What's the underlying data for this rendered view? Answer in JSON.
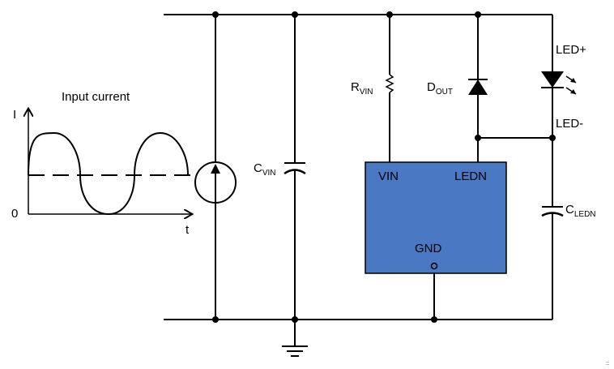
{
  "input_current_plot": {
    "title": "Input current",
    "y_axis_label": "I",
    "x_axis_label": "t",
    "origin_label": "0"
  },
  "components": {
    "r_vin": {
      "main": "R",
      "sub": "VIN"
    },
    "c_vin": {
      "main": "C",
      "sub": "VIN"
    },
    "d_out": {
      "main": "D",
      "sub": "OUT"
    },
    "c_ledn": {
      "main": "C",
      "sub": "LEDN"
    },
    "led_plus": "LED+",
    "led_minus": "LED-"
  },
  "ic": {
    "pin_vin": "VIN",
    "pin_ledn": "LEDN",
    "pin_gnd": "GND",
    "fill_color": "#4a78c2"
  },
  "footer_marker": "::"
}
